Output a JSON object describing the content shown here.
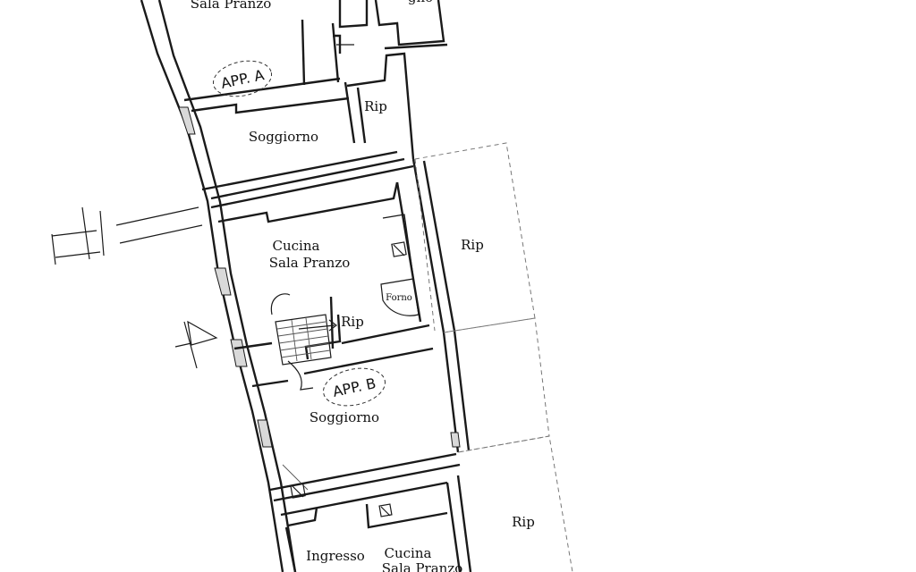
{
  "plan": {
    "rooms": {
      "top_sala_pranzo": "Sala Pranzo",
      "top_right_cut": "gno",
      "app_a": "APP. A",
      "rip_top": "Rip",
      "soggiorno_a": "Soggiorno",
      "rip_right_1": "Rip",
      "cucina_b_line1": "Cucina",
      "cucina_b_line2": "Sala Pranzo",
      "forno": "Forno",
      "rip_stairs": "Rip",
      "app_b": "APP. B",
      "soggiorno_b": "Soggiorno",
      "rip_right_2": "Rip",
      "ingresso": "Ingresso",
      "cucina_c_line1": "Cucina",
      "cucina_c_line2": "Sala Pranzo"
    }
  }
}
